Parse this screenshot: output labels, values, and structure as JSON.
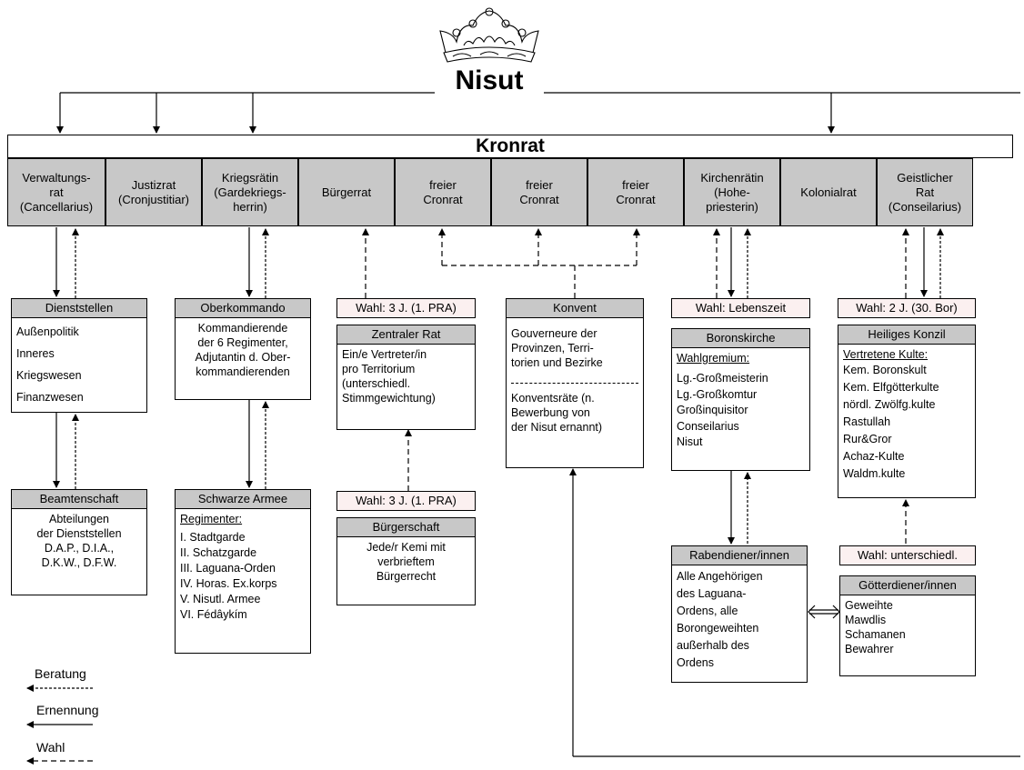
{
  "title": "Nisut",
  "kronrat": "Kronrat",
  "councils": [
    "Verwaltungs-\nrat\n(Cancellarius)",
    "Justizrat\n(Cronjustitiar)",
    "Kriegsrätin\n(Gardekriegs-\nherrin)",
    "Bürgerrat",
    "freier\nCronrat",
    "freier\nCronrat",
    "freier\nCronrat",
    "Kirchenrätin\n(Hohe-\npriesterin)",
    "Kolonialrat",
    "Geistlicher\nRat\n(Conseilarius)"
  ],
  "dienststellen": {
    "title": "Dienststellen",
    "items": [
      "Außenpolitik",
      "Inneres",
      "Kriegswesen",
      "Finanzwesen"
    ]
  },
  "beamtenschaft": {
    "title": "Beamtenschaft",
    "items": [
      "Abteilungen",
      "der Dienststellen",
      "D.A.P., D.I.A.,",
      "D.K.W., D.F.W."
    ]
  },
  "oberkommando": {
    "title": "Oberkommando",
    "items": [
      "Kommandierende",
      "der 6 Regimenter,",
      "Adjutantin d. Ober-",
      "kommandierenden"
    ]
  },
  "schwarze_armee": {
    "title": "Schwarze Armee",
    "subtitle": "Regimenter:",
    "items": [
      "I. Stadtgarde",
      "II. Schatzgarde",
      "III. Laguana-Orden",
      "IV. Horas. Ex.korps",
      "V. Nisutl. Armee",
      "VI. Fédâykím"
    ]
  },
  "zentraler_rat": {
    "election": "Wahl: 3 J. (1. PRA)",
    "title": "Zentraler Rat",
    "items": [
      "Ein/e Vertreter/in",
      "pro Territorium",
      "(unterschiedl.",
      "Stimmgewichtung)"
    ]
  },
  "buergerschaft": {
    "election": "Wahl: 3 J. (1. PRA)",
    "title": "Bürgerschaft",
    "items": [
      "Jede/r Kemi mit",
      "verbrieftem",
      "Bürgerrecht"
    ]
  },
  "konvent": {
    "title": "Konvent",
    "items_a": [
      "Gouverneure der",
      "Provinzen, Terri-",
      "torien und Bezirke"
    ],
    "items_b": [
      "Konventsräte (n.",
      "Bewerbung von",
      "der Nisut ernannt)"
    ]
  },
  "boronskirche": {
    "election": "Wahl: Lebenszeit",
    "title": "Boronskirche",
    "subtitle": "Wahlgremium:",
    "items": [
      "Lg.-Großmeisterin",
      "Lg.-Großkomtur",
      "Großinquisitor",
      "Conseilarius",
      "Nisut"
    ]
  },
  "heiliges_konzil": {
    "election": "Wahl: 2 J. (30. Bor)",
    "title": "Heiliges Konzil",
    "subtitle": "Vertretene Kulte:",
    "items": [
      "Kem. Boronskult",
      "Kem. Elfgötterkulte",
      "nördl. Zwölfg.kulte",
      "Rastullah",
      "Rur&Gror",
      "Achaz-Kulte",
      "Waldm.kulte"
    ]
  },
  "rabendiener": {
    "title": "Rabendiener/innen",
    "items": [
      "Alle Angehörigen",
      "des Laguana-",
      "Ordens, alle",
      "Borongeweihten",
      "außerhalb des",
      "Ordens"
    ]
  },
  "goetterdiener": {
    "election": "Wahl: unterschiedl.",
    "title": "Götterdiener/innen",
    "items": [
      "Geweihte",
      "Mawdlis",
      "Schamanen",
      "Bewahrer"
    ]
  },
  "legend": {
    "beratung": "Beratung",
    "ernennung": "Ernennung",
    "wahl": "Wahl"
  }
}
